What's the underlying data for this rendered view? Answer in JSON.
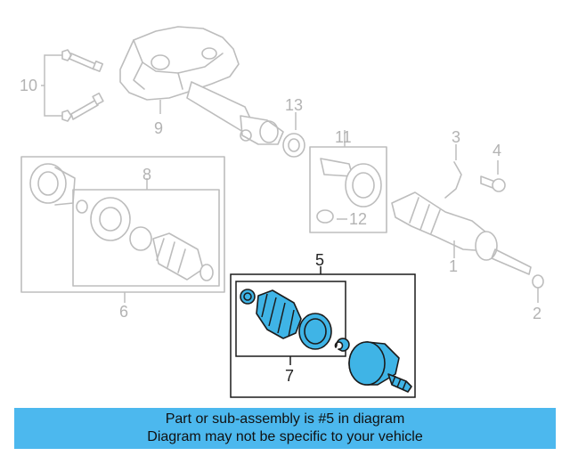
{
  "callouts": {
    "c1": "1",
    "c2": "2",
    "c3": "3",
    "c4": "4",
    "c5": "5",
    "c6": "6",
    "c7": "7",
    "c8": "8",
    "c9": "9",
    "c10": "10",
    "c11": "11",
    "c12": "12",
    "c13": "13"
  },
  "banner": {
    "line1": "Part or sub-assembly is #5 in diagram",
    "line2": "Diagram may not be specific to your vehicle"
  },
  "colors": {
    "highlight": "#3fb4e6",
    "banner": "#4cb8ee",
    "ghost": "#bdbdbd"
  }
}
